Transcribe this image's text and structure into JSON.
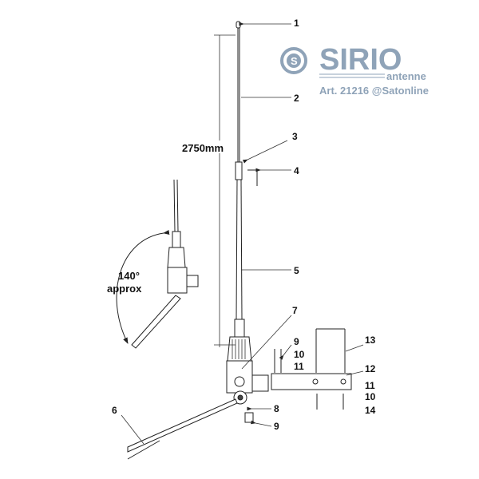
{
  "logo": {
    "brand": "SIRIO",
    "sub": "antenne",
    "article": "Art. 21216 @Satonline",
    "color": "#8fa3b8"
  },
  "dimension": {
    "length": "2750mm"
  },
  "angle": {
    "value": "140°",
    "note": "approx"
  },
  "callouts": [
    "1",
    "2",
    "3",
    "4",
    "5",
    "7",
    "9",
    "10",
    "11",
    "13",
    "12",
    "11",
    "10",
    "14",
    "8",
    "9",
    "6"
  ]
}
